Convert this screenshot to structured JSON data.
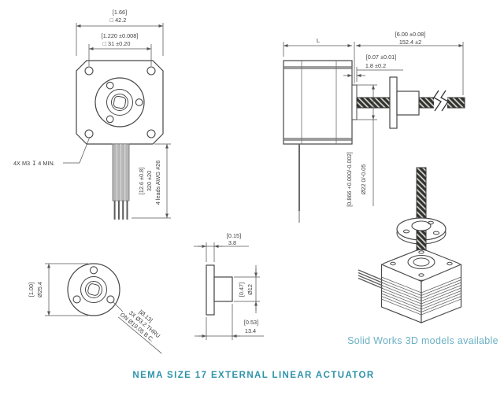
{
  "title": "NEMA SIZE 17 EXTERNAL LINEAR ACTUATOR",
  "caption_3d": "Solid Works 3D models available",
  "colors": {
    "accent_teal": "#2e93a8",
    "caption_teal": "#6bb0c4",
    "drawing_line": "#474747"
  },
  "front_view": {
    "dim_outer_in": "[1.66]",
    "dim_outer_mm": "□ 42.2",
    "dim_bolt_in": "[1.220 ±0.008]",
    "dim_bolt_mm": "□ 31 ±0.20",
    "tap_note": "4X M3 ↧ 4 MIN.",
    "lead_dim_in": "[12.6 ±0.8]",
    "lead_dim_mm": "320 ±20",
    "lead_note": "4 leads AWG #26"
  },
  "side_view": {
    "length_label": "L",
    "screw_len_in": "[6.00 ±0.08]",
    "screw_len_mm": "152.4 ±2",
    "boss_len_in": "[0.07 ±0.01]",
    "boss_len_mm": "1.8 ±0.2",
    "pilot_dia_in": "[0.866 +0.000/-0.002]",
    "pilot_dia_mm": "Ø22 0/-0.05"
  },
  "nut_face_view": {
    "dia_in": "[1.00]",
    "dia_mm": "Ø25.4",
    "holes_in": "[Ø.13]",
    "holes_note": "3X Ø3.2 THRU",
    "holes_bc": "ON Ø19.05 B.C."
  },
  "nut_side_view": {
    "flange_thk_in": "[0.15]",
    "flange_thk_mm": "3.8",
    "boss_dia_in": "[0.47]",
    "boss_dia_mm": "Ø12",
    "overall_in": "[0.53]",
    "overall_mm": "13.4"
  }
}
